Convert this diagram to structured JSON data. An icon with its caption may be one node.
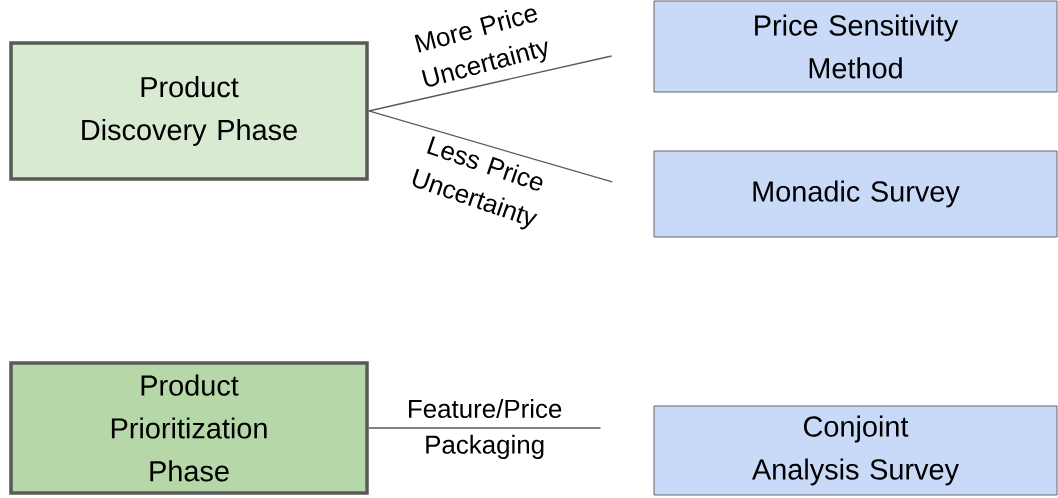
{
  "diagram": {
    "nodes": [
      {
        "text": [
          "Product Discovery Phase"
        ]
      },
      {
        "text": [
          "Price Sensitivity Method"
        ]
      },
      {
        "text": [
          "Monadic Survey"
        ]
      },
      {
        "text": [
          "Product Prioritization Phase"
        ]
      },
      {
        "text": [
          "Conjoint Analysis Survey"
        ]
      }
    ],
    "edges": [
      {
        "from": 0,
        "to": 1,
        "arrow": "none",
        "label": "More Price Uncertainty"
      },
      {
        "from": 0,
        "to": 2,
        "arrow": "none",
        "label": "Less Price Uncertainty"
      },
      {
        "from": 3,
        "to": 4,
        "arrow": "none",
        "label": "Feature/Price Packaging"
      }
    ]
  }
}
